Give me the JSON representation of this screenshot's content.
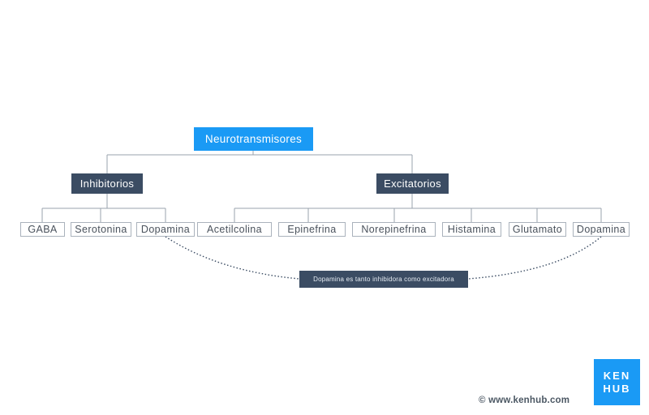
{
  "diagram": {
    "root": "Neurotransmisores",
    "categories": [
      "Inhibitorios",
      "Excitatorios"
    ],
    "inhibitory": [
      "GABA",
      "Serotonina",
      "Dopamina"
    ],
    "excitatory": [
      "Acetilcolina",
      "Epinefrina",
      "Norepinefrina",
      "Histamina",
      "Glutamato",
      "Dopamina"
    ],
    "note": "Dopamina es tanto inhibidora como excitadora"
  },
  "colors": {
    "accent": "#1a9af5",
    "dark": "#3b4c63",
    "connector": "#9aa3ad",
    "dotted": "#3b4c63"
  },
  "branding": {
    "logo_line1": "KEN",
    "logo_line2": "HUB",
    "copyright": "© www.kenhub.com"
  }
}
